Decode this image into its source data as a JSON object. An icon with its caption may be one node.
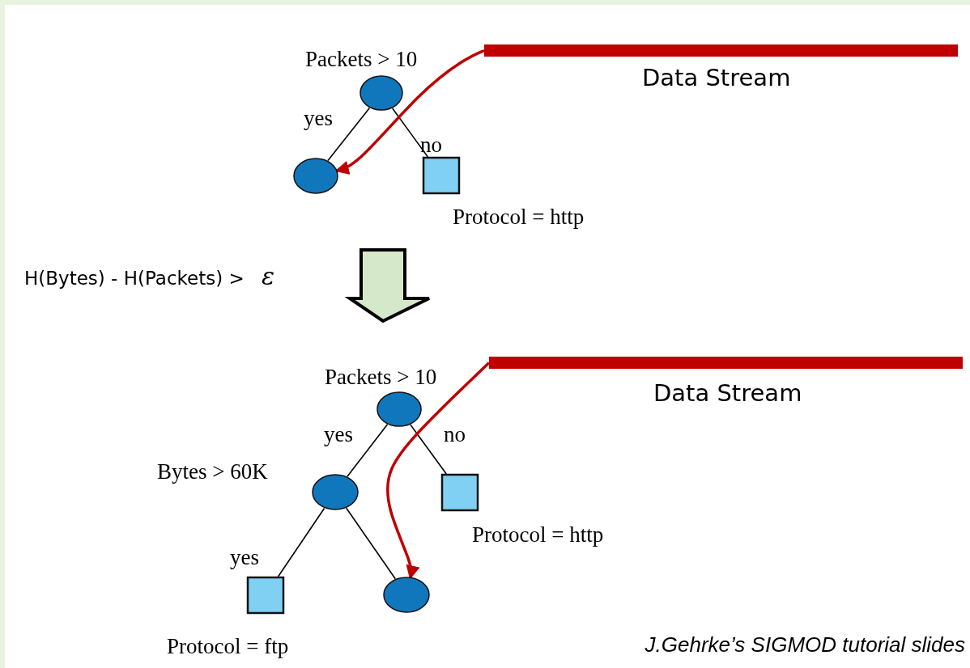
{
  "diagram": {
    "caption": "J.Gehrke’s SIGMOD tutorial slides",
    "nodes": [
      {
        "text": [],
        "shape": "circle",
        "beside": [
          "Packets > 10"
        ]
      },
      {
        "text": [],
        "shape": "circle"
      },
      {
        "text": [],
        "shape": "box",
        "beside": [
          "Protocol = http"
        ]
      },
      {
        "text": [],
        "shape": "bar",
        "beside": [
          "Data Stream"
        ]
      },
      {
        "text": [],
        "shape": "circle",
        "beside": [
          "Packets > 10"
        ]
      },
      {
        "text": [],
        "shape": "circle",
        "beside": [
          "Bytes > 60K"
        ]
      },
      {
        "text": [],
        "shape": "box",
        "beside": [
          "Protocol = http"
        ]
      },
      {
        "text": [],
        "shape": "box",
        "beside": [
          "Protocol = ftp"
        ]
      },
      {
        "text": [],
        "shape": "circle"
      },
      {
        "text": [],
        "shape": "bar",
        "beside": [
          "Data Stream"
        ]
      }
    ],
    "edges": [
      {
        "from": 0,
        "to": 1,
        "arrow": "none",
        "label": "yes"
      },
      {
        "from": 0,
        "to": 2,
        "arrow": "none",
        "label": "no"
      },
      {
        "from": 3,
        "to": 1,
        "arrow": "to",
        "style": "thick",
        "color": "#c00000"
      },
      {
        "from": 4,
        "to": 5,
        "arrow": "none",
        "label": "yes"
      },
      {
        "from": 4,
        "to": 6,
        "arrow": "none",
        "label": "no"
      },
      {
        "from": 5,
        "to": 7,
        "arrow": "none",
        "label": "yes"
      },
      {
        "from": 5,
        "to": 8,
        "arrow": "none"
      },
      {
        "from": 9,
        "to": 8,
        "arrow": "to",
        "style": "thick",
        "color": "#c00000"
      }
    ],
    "labels": [
      "H(Bytes) - H(Packets) > *ε*"
    ]
  }
}
